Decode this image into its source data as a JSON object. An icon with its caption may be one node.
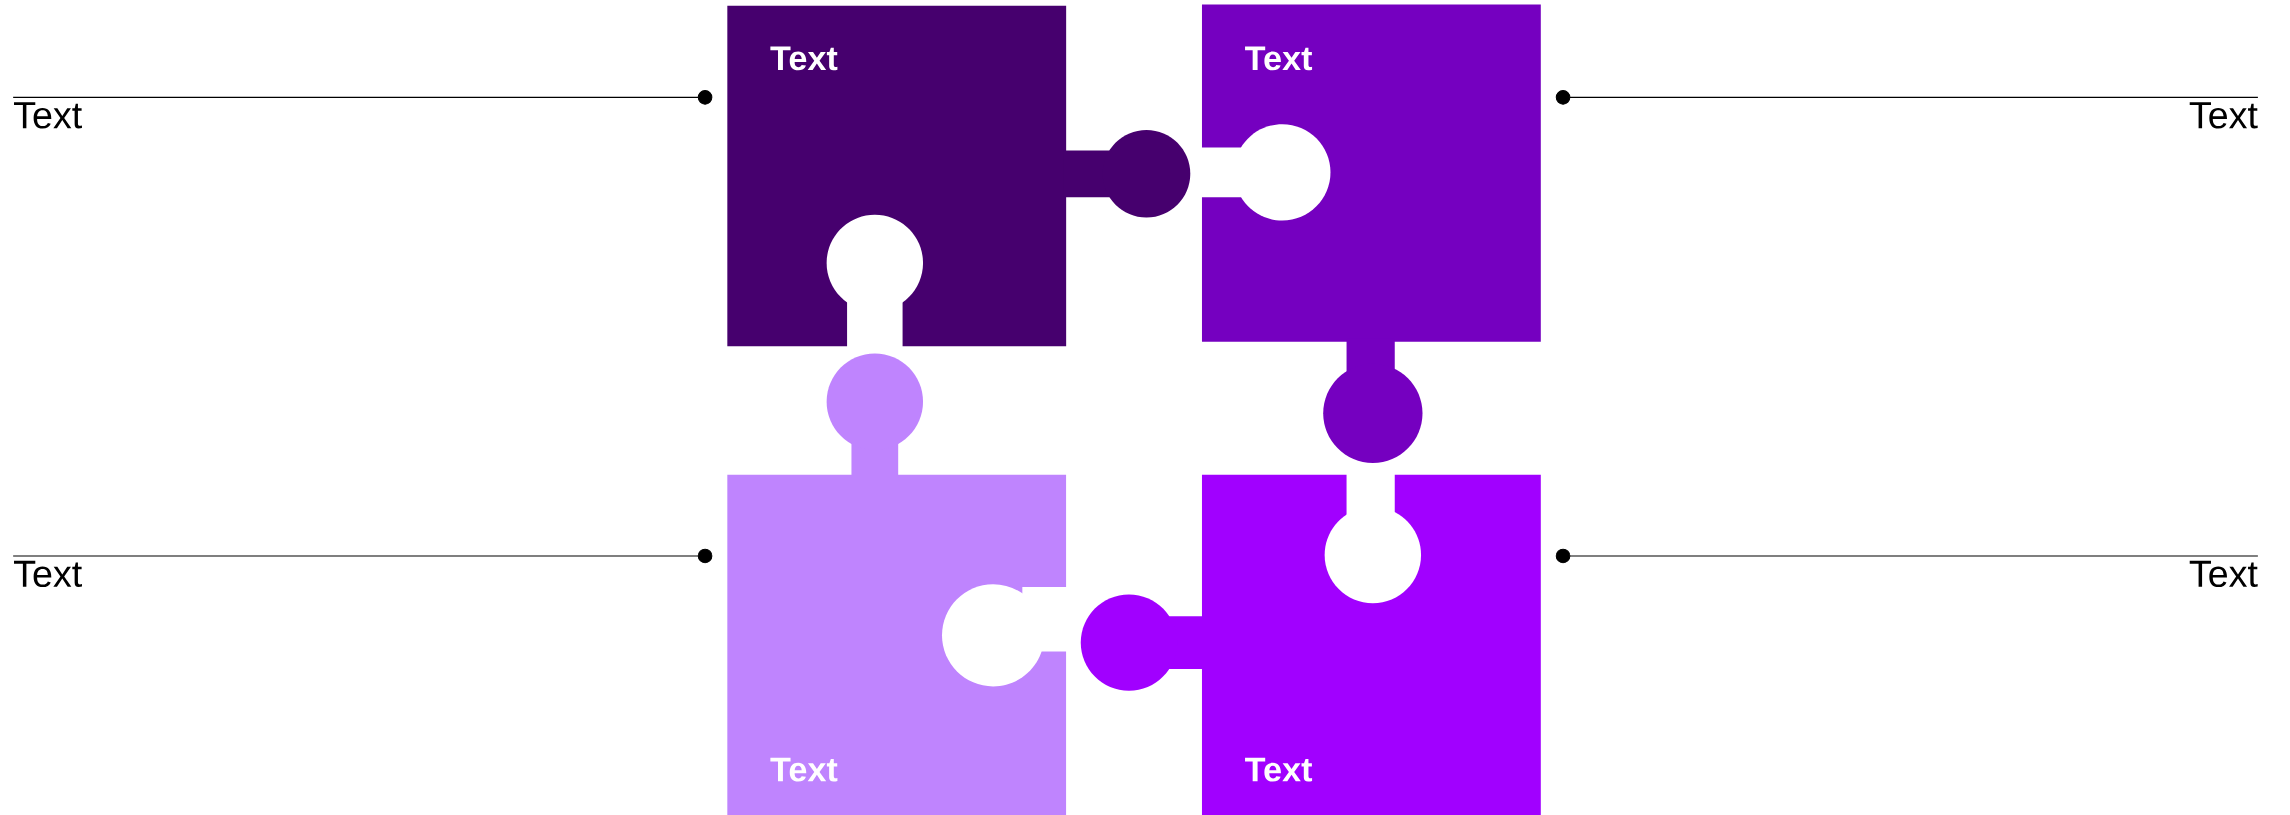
{
  "diagram": {
    "nodes": [
      {
        "text": [
          "Text"
        ]
      },
      {
        "text": [
          "Text"
        ]
      },
      {
        "text": [
          "Text"
        ]
      },
      {
        "text": [
          "Text"
        ]
      },
      {
        "text": [
          "Text"
        ]
      },
      {
        "text": [
          "Text"
        ]
      },
      {
        "text": [
          "Text"
        ]
      },
      {
        "text": [
          "Text"
        ]
      }
    ],
    "edges": [
      {
        "from": 4,
        "to": 0,
        "arrow": "other"
      },
      {
        "from": 5,
        "to": 1,
        "arrow": "other"
      },
      {
        "from": 6,
        "to": 2,
        "arrow": "other"
      },
      {
        "from": 7,
        "to": 3,
        "arrow": "other"
      }
    ]
  }
}
